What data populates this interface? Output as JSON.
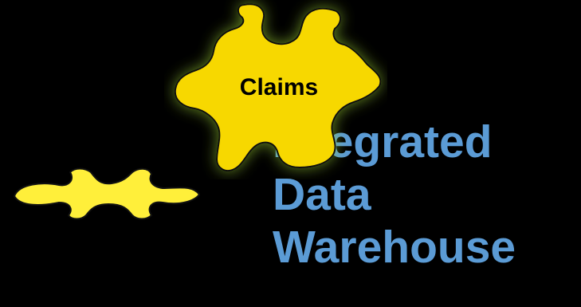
{
  "diagram": {
    "title_lines": [
      "Integrated",
      "Data",
      "Warehouse"
    ],
    "highlighted_piece_label": "Claims",
    "colors": {
      "background": "#000000",
      "title_text": "#5b9bd5",
      "piece_fill": "#f7d800",
      "piece_small_fill": "#ffef3a",
      "piece_outline": "#111111",
      "glow": "#9acd32"
    }
  }
}
